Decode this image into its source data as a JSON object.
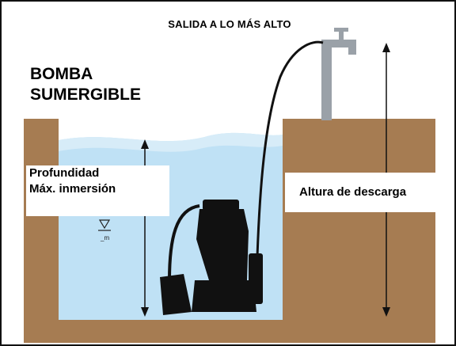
{
  "diagram": {
    "top_title": "SALIDA A LO MÁS ALTO",
    "pump_title_line1": "BOMBA",
    "pump_title_line2": "SUMERGIBLE",
    "depth_label_line1": "Profundidad",
    "depth_label_line2": "Máx. inmersión",
    "head_label": "Altura de descarga",
    "level_unit": "_m",
    "colors": {
      "soil": "#a67c52",
      "water": "#bfe1f5",
      "water_surface": "#d7ecf8",
      "pump": "#111111",
      "faucet": "#9aa1a8",
      "arrow": "#111111"
    }
  }
}
